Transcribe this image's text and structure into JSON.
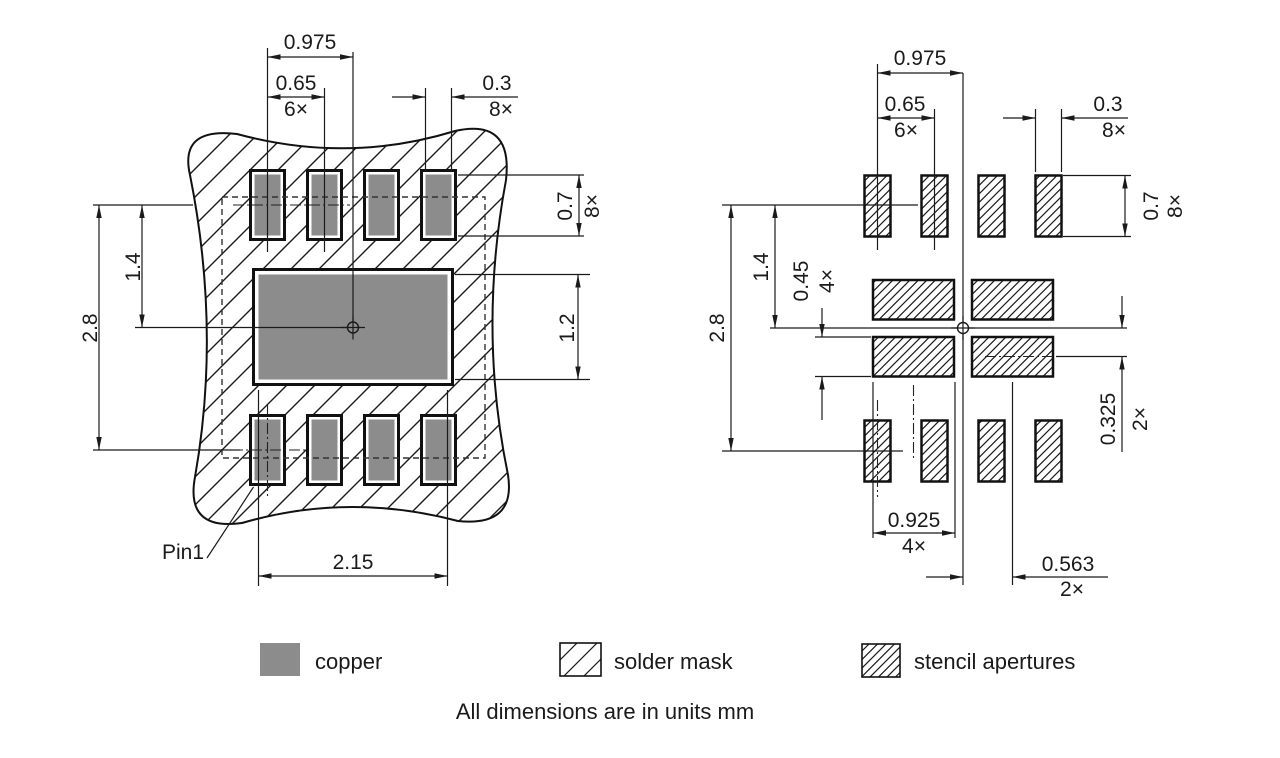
{
  "note": "All dimensions are in units mm",
  "colors": {
    "copper": "#8c8c8c",
    "line": "#1a1a1a",
    "background": "#ffffff"
  },
  "legend": {
    "copper_label": "copper",
    "solder_mask_label": "solder mask",
    "stencil_label": "stencil apertures"
  },
  "land_pattern_view": {
    "pin1_label": "Pin1",
    "dims": {
      "pad1_to_center": "0.975",
      "pad_pitch": "0.65",
      "pad_pitch_count": "6×",
      "pad_width": "0.3",
      "pad_width_count": "8×",
      "pad_height": "0.7",
      "pad_height_count": "8×",
      "row_center_to_origin": "1.4",
      "row_to_row": "2.8",
      "center_pad_height": "1.2",
      "center_pad_width": "2.15"
    }
  },
  "stencil_view": {
    "dims": {
      "pad1_to_center": "0.975",
      "pad_pitch": "0.65",
      "pad_pitch_count": "6×",
      "aperture_width": "0.3",
      "aperture_width_count": "8×",
      "aperture_height": "0.7",
      "aperture_height_count": "8×",
      "row_center_to_origin": "1.4",
      "row_to_row": "2.8",
      "center_aperture_height": "0.45",
      "center_aperture_height_count": "4×",
      "center_row_offset": "0.325",
      "center_row_offset_count": "2×",
      "center_aperture_width": "0.925",
      "center_aperture_width_count": "4×",
      "center_col_offset": "0.563",
      "center_col_offset_count": "2×"
    }
  }
}
